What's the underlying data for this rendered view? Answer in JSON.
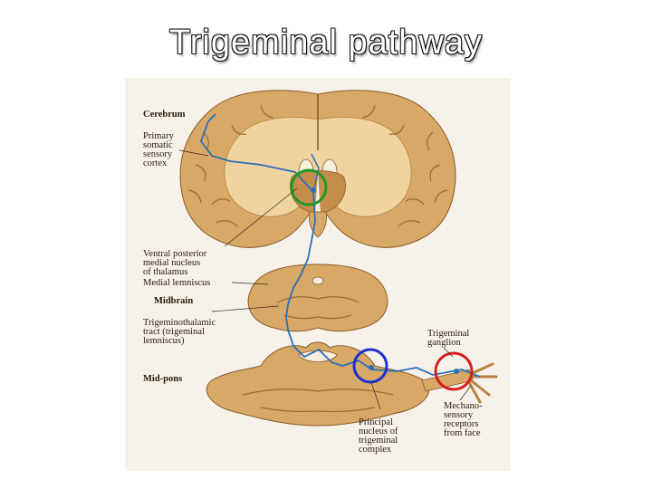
{
  "title": "Trigeminal pathway",
  "colors": {
    "tissue": "#d8a866",
    "tissue_dark": "#b9833f",
    "tissue_light": "#f0d4a0",
    "pathway": "#2a6fb8",
    "circle_thalamus": "#1f9a2a",
    "circle_pons": "#1e2fd0",
    "circle_ganglion": "#d81e1e"
  },
  "labels": {
    "cerebrum": "Cerebrum",
    "cortex": [
      "Primary",
      "somatic",
      "sensory",
      "cortex"
    ],
    "vpm": [
      "Ventral posterior",
      "medial nucleus",
      "of thalamus"
    ],
    "medial_lemniscus": "Medial lemniscus",
    "midbrain": "Midbrain",
    "tract": [
      "Trigeminothalamic",
      "tract (trigeminal",
      "lemniscus)"
    ],
    "ganglion": [
      "Trigeminal",
      "ganglion"
    ],
    "midpons": "Mid-pons",
    "principal": [
      "Principal",
      "nucleus of",
      "trigeminal",
      "complex"
    ],
    "mechano": [
      "Mechano-",
      "sensory",
      "receptors",
      "from face"
    ]
  }
}
